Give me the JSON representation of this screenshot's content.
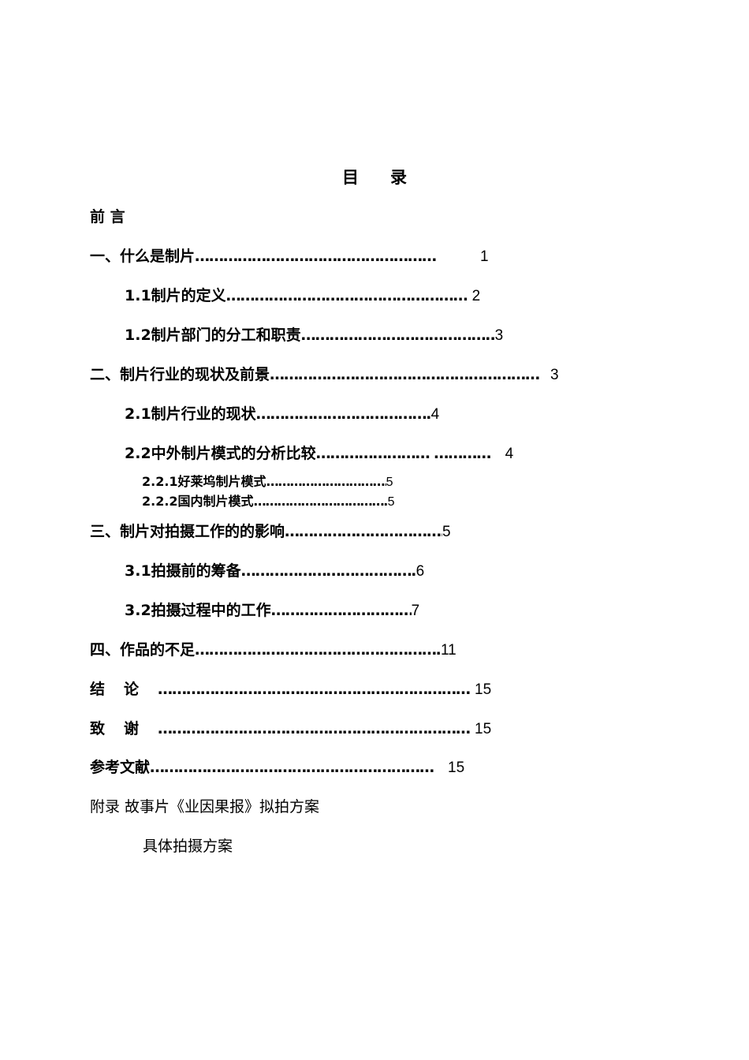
{
  "document": {
    "title": "目录",
    "entries": [
      {
        "level": 1,
        "label": "前 言",
        "leader": "",
        "page": ""
      },
      {
        "level": 1,
        "label": "一、什么是制片",
        "leader": "……………………………………………",
        "page": "1"
      },
      {
        "level": 2,
        "label": "1.1制片的定义",
        "leader": "……………………………………………",
        "page": "2"
      },
      {
        "level": 2,
        "label": "1.2制片部门的分工和职责",
        "leader": "………………………………………",
        "page": "3"
      },
      {
        "level": 1,
        "label": "二、制片行业的现状及前景",
        "leader": "…………………………………………………",
        "page": "3"
      },
      {
        "level": 2,
        "label": "2.1制片行业的现状",
        "leader": "…………………………………",
        "page": "4"
      },
      {
        "level": 2,
        "label": "2.2中外制片模式的分析比较",
        "leader": "…………………… …………",
        "page": "4"
      },
      {
        "level": 3,
        "label": "2.2.1好莱坞制片模式",
        "leader": "………………………………",
        "page": "5"
      },
      {
        "level": 3,
        "label": "2.2.2国内制片模式",
        "leader": "……………………………………",
        "page": "5"
      },
      {
        "level": 1,
        "label": "三、制片对拍摄工作的的影响",
        "leader": "…………………………………",
        "page": "5"
      },
      {
        "level": 2,
        "label": "3.1拍摄前的筹备",
        "leader": "…………………………………………",
        "page": "6"
      },
      {
        "level": 2,
        "label": "3.2拍摄过程中的工作",
        "leader": "………………………………",
        "page": "7"
      },
      {
        "level": 1,
        "label": "四、作品的不足",
        "leader": "………………………………………………",
        "page": "11"
      },
      {
        "level": 1,
        "label": "结论",
        "leader": "…………………………………………………………",
        "page": "15"
      },
      {
        "level": 1,
        "label": "致谢",
        "leader": "…………………………………………………………",
        "page": "15"
      },
      {
        "level": 1,
        "label": "参考文献",
        "leader": "……………………………………………………",
        "page": "15"
      }
    ],
    "appendix": {
      "line1": "附录  故事片《业因果报》拟拍方案",
      "line2": "具体拍摄方案"
    }
  }
}
